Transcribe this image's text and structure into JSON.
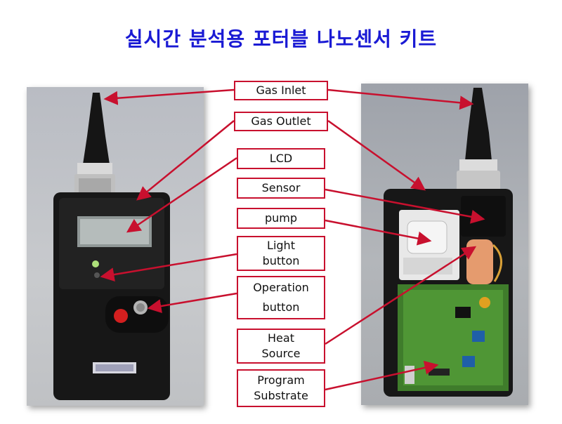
{
  "title": "실시간 분석용 포터블 나노센서 키트",
  "labels": {
    "gas_inlet": "Gas Inlet",
    "gas_outlet": "Gas Outlet",
    "lcd": "LCD",
    "sensor": "Sensor",
    "pump": "pump",
    "light_button": [
      "Light",
      "button"
    ],
    "operation_button": [
      "Operation",
      "button"
    ],
    "heat_source": [
      "Heat",
      "Source"
    ],
    "program_substrate": [
      "Program",
      "Substrate"
    ]
  },
  "colors": {
    "title": "#1a1ad4",
    "arrow": "#c8102e",
    "label_border": "#c8102e"
  }
}
